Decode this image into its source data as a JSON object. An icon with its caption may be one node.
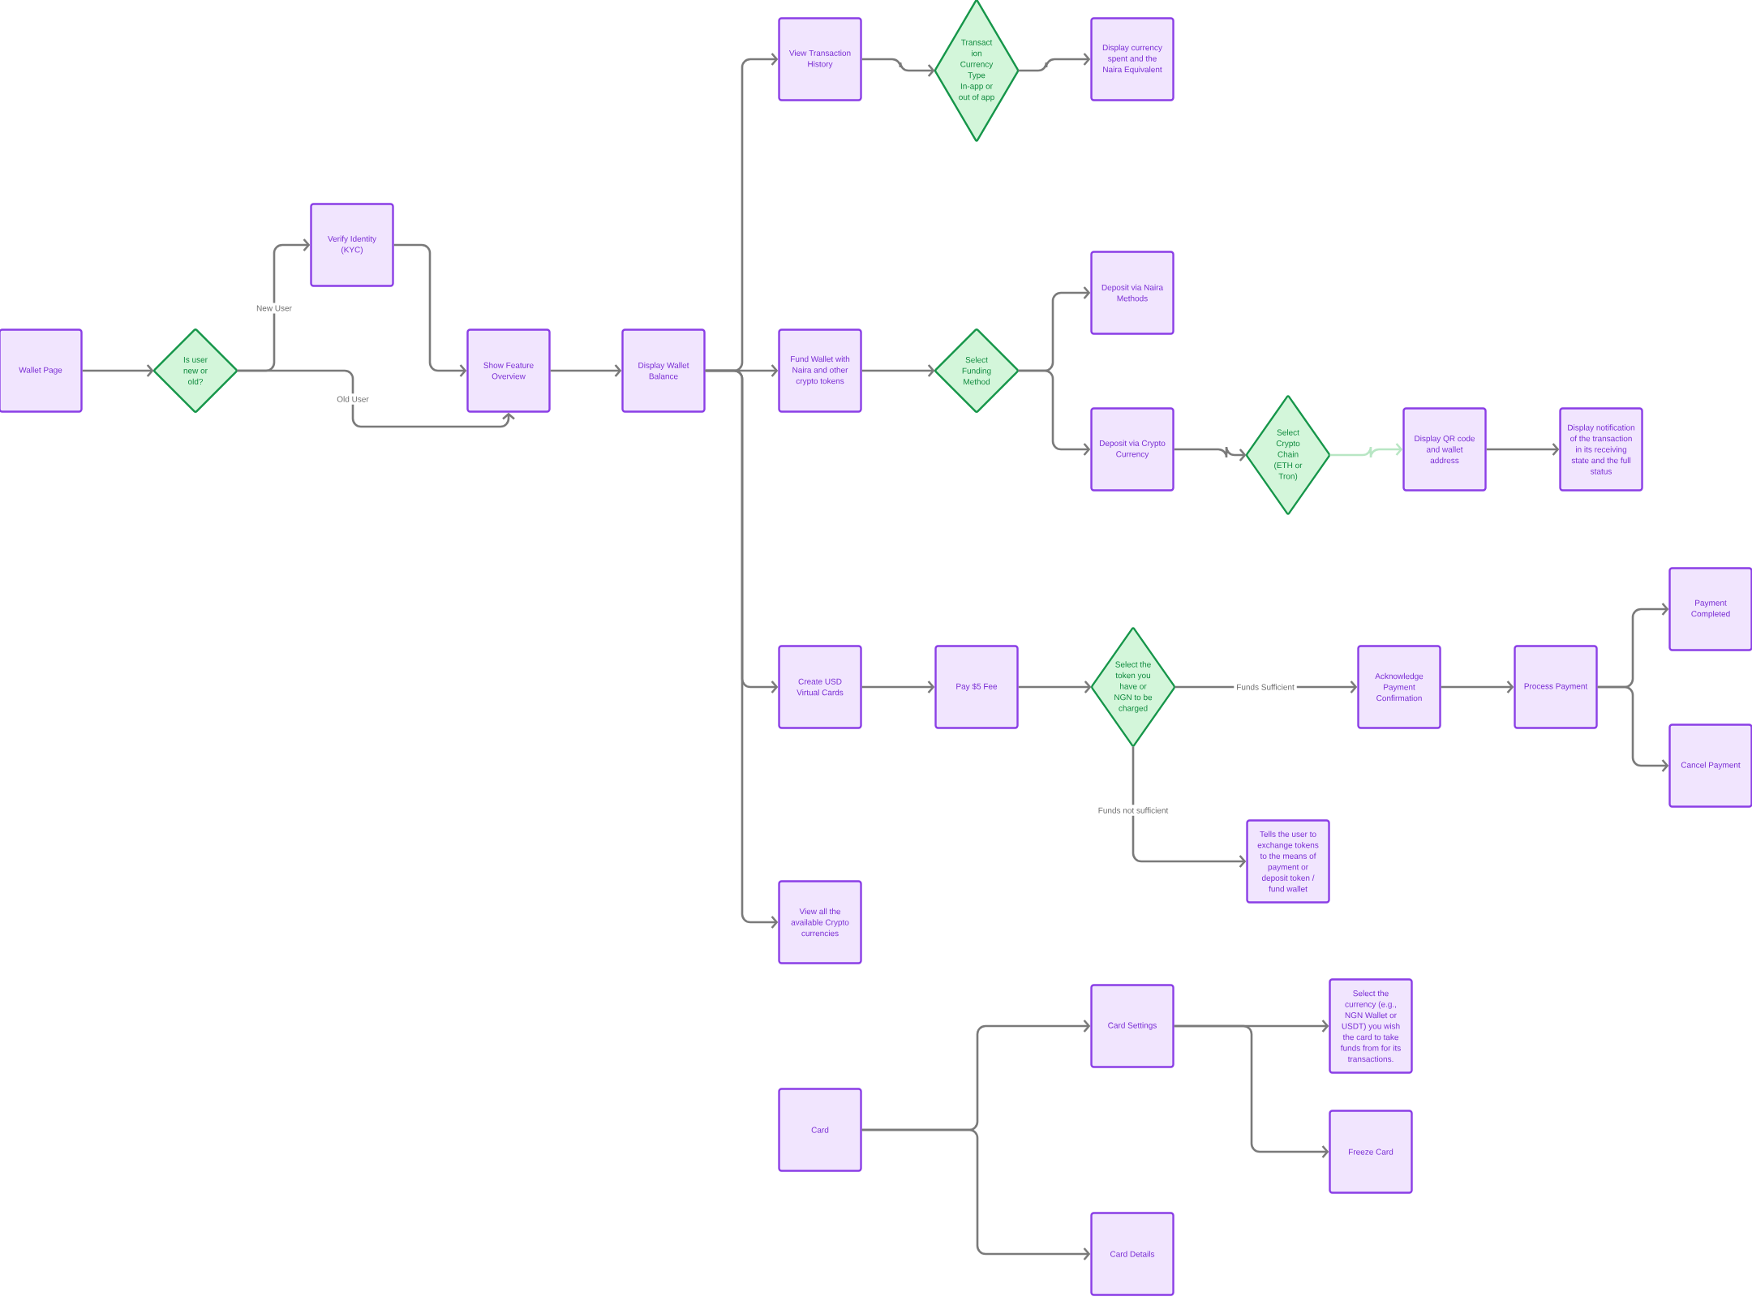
{
  "diagram": {
    "nodes": [
      {
        "text": [
          "Wallet Page"
        ]
      },
      {
        "text": [
          "Is user new or old?"
        ]
      },
      {
        "text": [
          "Verify Identity (KYC)"
        ]
      },
      {
        "text": [
          "Show Feature Overview"
        ]
      },
      {
        "text": [
          "Display Wallet Balance"
        ]
      },
      {
        "text": [
          "View Transaction History"
        ]
      },
      {
        "text": [
          "Transact ion Currency Type In-app or out of app"
        ]
      },
      {
        "text": [
          "Display currency spent and the Naira Equivalent"
        ]
      },
      {
        "text": [
          "Fund Wallet with Naira and other crypto tokens"
        ]
      },
      {
        "text": [
          "Select Funding Method"
        ]
      },
      {
        "text": [
          "Deposit via Naira Methods"
        ]
      },
      {
        "text": [
          "Deposit via Crypto Currency"
        ]
      },
      {
        "text": [
          "Select Crypto Chain (ETH or Tron)"
        ]
      },
      {
        "text": [
          "Display QR code and wallet address"
        ]
      },
      {
        "text": [
          "Display notification of the transaction in its receiving state and the full status"
        ]
      },
      {
        "text": [
          "Create USD Virtual Cards"
        ]
      },
      {
        "text": [
          "Pay $5 Fee"
        ]
      },
      {
        "text": [
          "Select the token you have or NGN to be charged"
        ]
      },
      {
        "text": [
          "Acknowledge Payment Confirmation"
        ]
      },
      {
        "text": [
          "Process Payment"
        ]
      },
      {
        "text": [
          "Payment Completed"
        ]
      },
      {
        "text": [
          "Cancel Payment"
        ]
      },
      {
        "text": [
          "Tells the user to exchange tokens to the means of payment or deposit token / fund wallet"
        ]
      },
      {
        "text": [
          "View all the available Crypto currencies"
        ]
      },
      {
        "text": [
          "Card"
        ]
      },
      {
        "text": [
          "Card Settings"
        ]
      },
      {
        "text": [
          "Select the currency (e.g., NGN Wallet or USDT) you wish the card to take funds from for its transactions."
        ]
      },
      {
        "text": [
          "Freeze Card"
        ]
      },
      {
        "text": [
          "Card Details"
        ]
      }
    ],
    "edges": [
      {
        "from": 0,
        "to": 1,
        "arrow": "to"
      },
      {
        "from": 1,
        "to": 2,
        "arrow": "to",
        "label": "New User"
      },
      {
        "from": 1,
        "to": 3,
        "arrow": "to",
        "label": "Old User"
      },
      {
        "from": 2,
        "to": 3,
        "arrow": "to"
      },
      {
        "from": 3,
        "to": 4,
        "arrow": "to"
      },
      {
        "from": 4,
        "to": 5,
        "arrow": "to"
      },
      {
        "from": 4,
        "to": 8,
        "arrow": "to"
      },
      {
        "from": 4,
        "to": 15,
        "arrow": "to"
      },
      {
        "from": 4,
        "to": 23,
        "arrow": "to"
      },
      {
        "from": 5,
        "to": 6,
        "arrow": "to"
      },
      {
        "from": 6,
        "to": 7,
        "arrow": "to"
      },
      {
        "from": 8,
        "to": 9,
        "arrow": "to"
      },
      {
        "from": 9,
        "to": 10,
        "arrow": "to"
      },
      {
        "from": 9,
        "to": 11,
        "arrow": "to"
      },
      {
        "from": 11,
        "to": 12,
        "arrow": "to"
      },
      {
        "from": 12,
        "to": 13,
        "arrow": "to",
        "color": "#b8e6c4"
      },
      {
        "from": 13,
        "to": 14,
        "arrow": "to"
      },
      {
        "from": 15,
        "to": 16,
        "arrow": "to"
      },
      {
        "from": 16,
        "to": 17,
        "arrow": "to"
      },
      {
        "from": 17,
        "to": 18,
        "arrow": "to",
        "label": "Funds Sufficient"
      },
      {
        "from": 17,
        "to": 22,
        "arrow": "to",
        "label": "Funds not sufficient"
      },
      {
        "from": 18,
        "to": 19,
        "arrow": "to"
      },
      {
        "from": 19,
        "to": 20,
        "arrow": "to"
      },
      {
        "from": 19,
        "to": 21,
        "arrow": "to"
      },
      {
        "from": 24,
        "to": 25,
        "arrow": "to"
      },
      {
        "from": 24,
        "to": 28,
        "arrow": "to"
      },
      {
        "from": 25,
        "to": 26,
        "arrow": "to"
      },
      {
        "from": 25,
        "to": 27,
        "arrow": "to"
      }
    ]
  }
}
